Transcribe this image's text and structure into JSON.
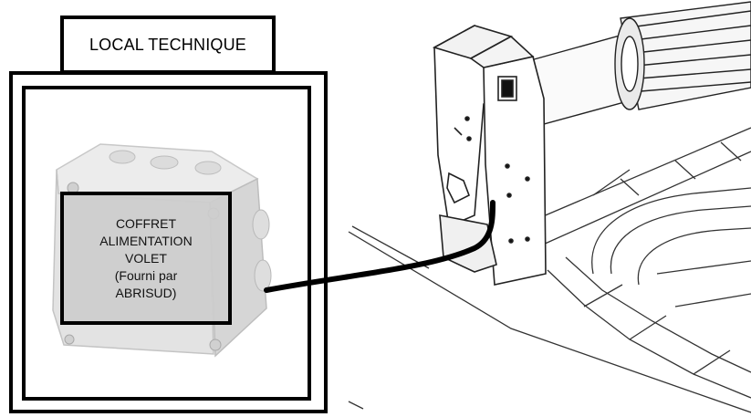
{
  "local_technique": "LOCAL TECHNIQUE",
  "coffret": {
    "lines": [
      "COFFRET",
      "ALIMENTATION",
      "VOLET",
      "(Fourni par",
      "ABRISUD)"
    ]
  },
  "colors": {
    "outline": "#000000",
    "box_body": "#e2e2e2",
    "label_fill": "#cfcfcf"
  }
}
